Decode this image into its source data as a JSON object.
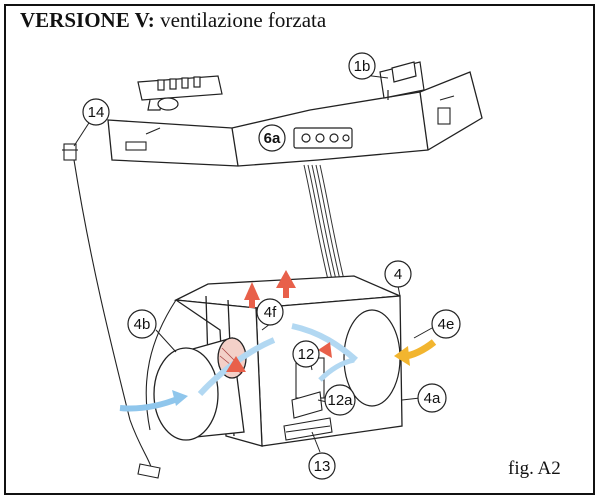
{
  "title": {
    "bold": "VERSIONE V:",
    "rest": " ventilazione forzata"
  },
  "figure_label": "fig. A2",
  "callouts": {
    "c1b": "1b",
    "c14": "14",
    "c6a": "6a",
    "c4": "4",
    "c4b": "4b",
    "c4f": "4f",
    "c4e": "4e",
    "c12": "12",
    "c12a": "12a",
    "c4a": "4a",
    "c13": "13"
  },
  "colors": {
    "line": "#222222",
    "airflow_blue": "#8fc6ec",
    "airflow_red": "#e8604a",
    "airflow_yellow": "#f2b52f"
  }
}
